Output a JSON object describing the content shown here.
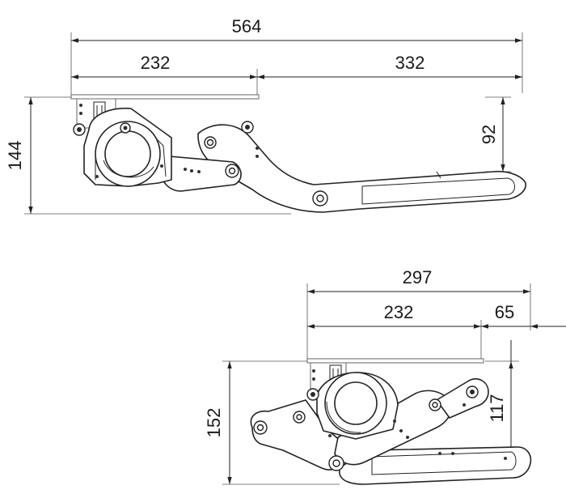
{
  "top_view": {
    "overall_width": "564",
    "left_segment": "232",
    "right_segment": "332",
    "height": "144",
    "inner_height": "92"
  },
  "bottom_view": {
    "overall_width": "297",
    "left_segment": "232",
    "right_segment": "65",
    "height": "152",
    "inner_height": "117"
  }
}
